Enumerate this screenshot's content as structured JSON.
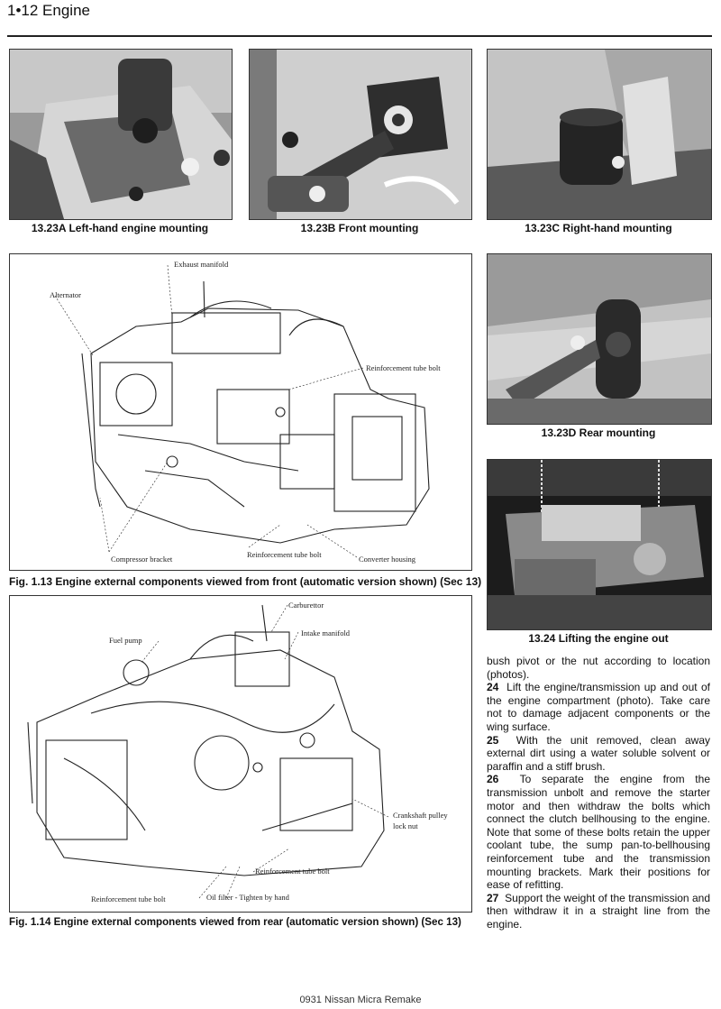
{
  "header": {
    "title": "1•12  Engine"
  },
  "photos": [
    {
      "caption": "13.23A Left-hand engine mounting"
    },
    {
      "caption": "13.23B Front mounting"
    },
    {
      "caption": "13.23C Right-hand mounting"
    },
    {
      "caption": "13.23D Rear mounting"
    },
    {
      "caption": "13.24 Lifting the engine out"
    }
  ],
  "fig113": {
    "caption": "Fig. 1.13 Engine external components viewed from front (automatic version shown) (Sec 13)",
    "labels": {
      "exhaust": "Exhaust manifold",
      "alternator": "Alternator",
      "reinf_tube_bolt_top": "Reinforcement tube bolt",
      "compressor": "Compressor bracket",
      "reinf_tube_bolt_bottom": "Reinforcement tube bolt",
      "converter": "Converter housing"
    }
  },
  "fig114": {
    "caption": "Fig. 1.14 Engine external components viewed from rear (automatic version shown) (Sec 13)",
    "labels": {
      "carburettor": "Carburettor",
      "fuel_pump": "Fuel pump",
      "intake": "Intake manifold",
      "crank_pulley_1": "Crankshaft pulley",
      "crank_pulley_2": "lock nut",
      "reinf_tube_bolt_right": "Reinforcement tube bolt",
      "reinf_tube_bolt_left": "Reinforcement tube bolt",
      "oil_filter": "Oil filter - Tighten by hand"
    }
  },
  "body": {
    "intro": "bush pivot or the nut according to location (photos).",
    "steps": [
      {
        "num": "24",
        "text": "Lift the engine/transmission up and out of the engine compartment (photo). Take care not to damage adjacent components or the wing surface."
      },
      {
        "num": "25",
        "text": "With the unit removed, clean away external dirt using a water soluble solvent or paraffin and a stiff brush."
      },
      {
        "num": "26",
        "text": "To separate the engine from the transmission unbolt and remove the starter motor and then withdraw the bolts which connect the clutch bellhousing to the engine. Note that some of these bolts retain the upper coolant tube, the sump pan-to-bellhousing reinforcement tube and the transmission mounting brackets. Mark their positions for ease of refitting."
      },
      {
        "num": "27",
        "text": "Support the weight of the transmission and then withdraw it in a straight line from the engine."
      }
    ]
  },
  "footer": {
    "text": "0931 Nissan Micra Remake"
  }
}
